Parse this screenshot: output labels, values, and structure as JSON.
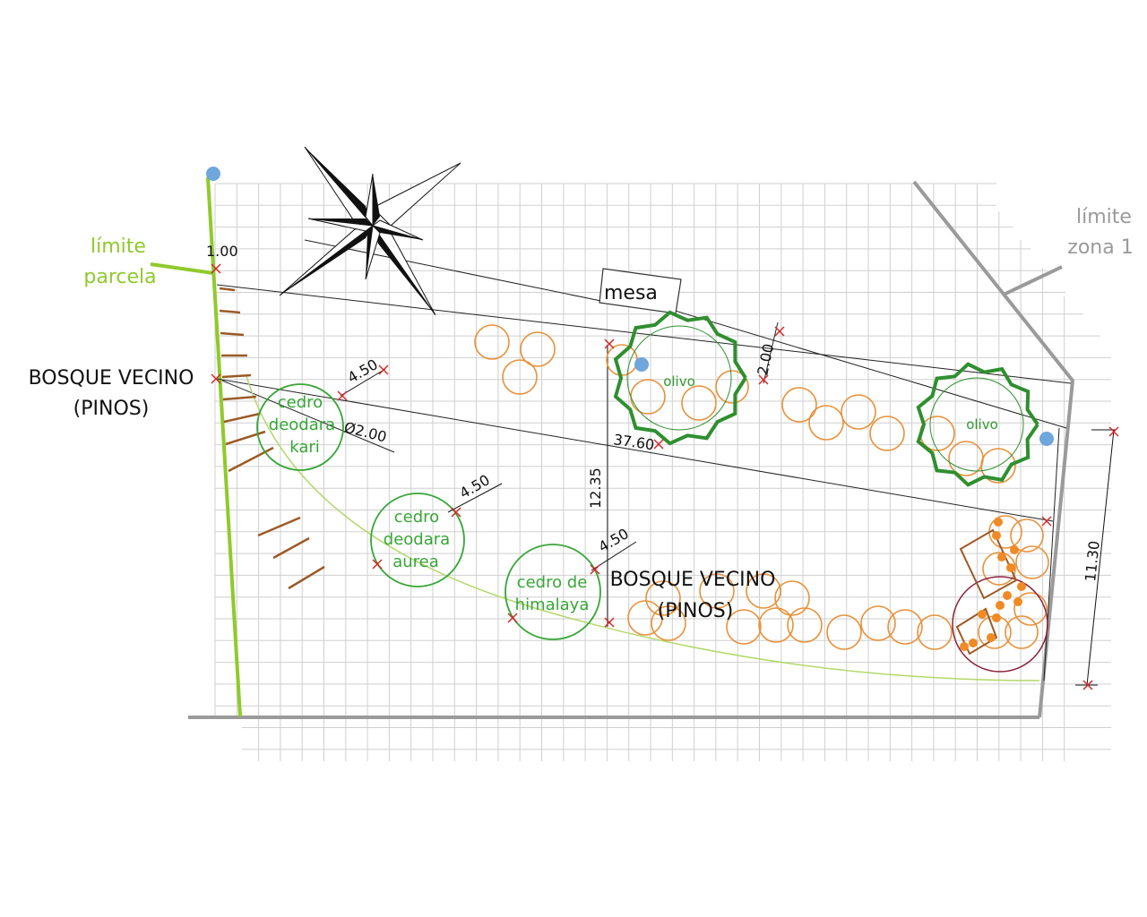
{
  "labels": {
    "limite_parcela": [
      "límite",
      "parcela"
    ],
    "limite_zona": [
      "límite",
      "zona 1"
    ],
    "bosque_left": [
      "BOSQUE VECINO",
      "(PINOS)"
    ],
    "bosque_center": [
      "BOSQUE VECINO",
      "(PINOS)"
    ],
    "mesa": "mesa",
    "olivo_1": "olivo",
    "olivo_2": "olivo",
    "cedro_kari": [
      "cedro",
      "deodara",
      "kari"
    ],
    "cedro_aurea": [
      "cedro",
      "deodara",
      "aurea"
    ],
    "cedro_himalaya": [
      "cedro de",
      "himalaya"
    ]
  },
  "dimensions": {
    "d_1_00": "1.00",
    "d_4_50_a": "4.50",
    "d_phi_2_00": "Ø2.00",
    "d_4_50_b": "4.50",
    "d_4_50_c": "4.50",
    "d_2_00": "2.00",
    "d_37_60": "37.60",
    "d_12_35": "12.35",
    "d_11_30": "11.30"
  },
  "colors": {
    "grid": "#cfcfcf",
    "boundary_grey": "#9a9a9a",
    "parcel_green": "#8fca2c",
    "tree_green": "#37a637",
    "olive_green": "#2f8f2f",
    "shrub_orange": "#e8913a",
    "orange_dot": "#f08a24",
    "hatch_brown": "#9b5a26",
    "marker_blue": "#6fa6dc",
    "dim_red": "#d02a2a",
    "maroon": "#8a1f3a"
  },
  "icons": {
    "compass": "compass-rose-icon"
  }
}
